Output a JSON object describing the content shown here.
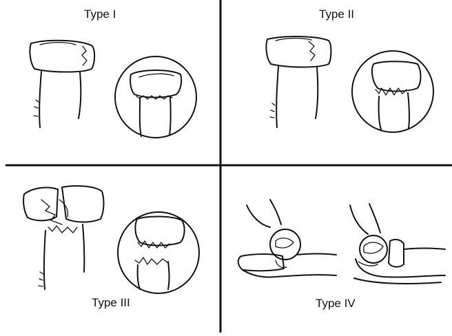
{
  "panels": [
    {
      "label": "Type I"
    },
    {
      "label": "Type II"
    },
    {
      "label": "Type III"
    },
    {
      "label": "Type IV"
    }
  ],
  "colors": {
    "ink": "#111111",
    "background": "#ffffff"
  }
}
